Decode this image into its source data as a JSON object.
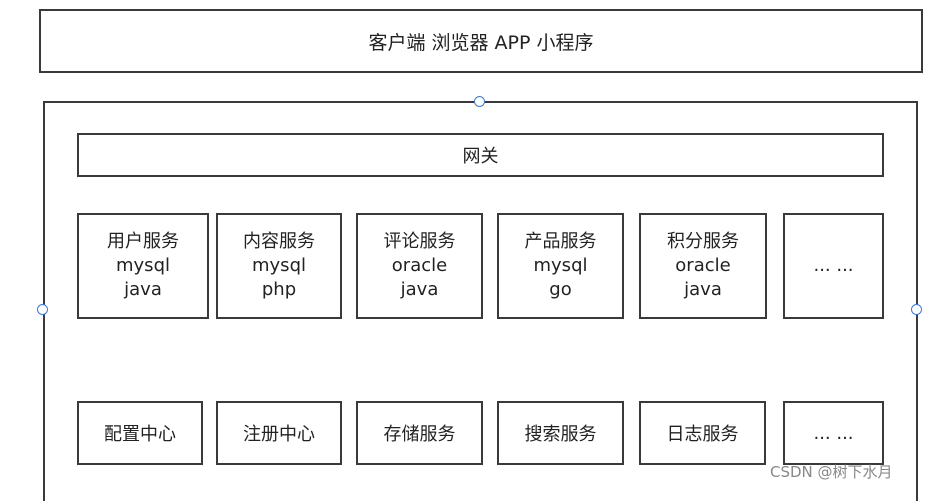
{
  "client": {
    "label": "客户端 浏览器 APP 小程序"
  },
  "gateway": {
    "label": "网关"
  },
  "services": [
    {
      "name": "用户服务",
      "db": "mysql",
      "lang": "java"
    },
    {
      "name": "内容服务",
      "db": "mysql",
      "lang": "php"
    },
    {
      "name": "评论服务",
      "db": "oracle",
      "lang": "java"
    },
    {
      "name": "产品服务",
      "db": "mysql",
      "lang": "go"
    },
    {
      "name": "积分服务",
      "db": "oracle",
      "lang": "java"
    },
    {
      "name": "... ...",
      "db": "",
      "lang": ""
    }
  ],
  "infrastructure": [
    {
      "label": "配置中心"
    },
    {
      "label": "注册中心"
    },
    {
      "label": "存储服务"
    },
    {
      "label": "搜索服务"
    },
    {
      "label": "日志服务"
    },
    {
      "label": "... ..."
    }
  ],
  "watermark": "CSDN @树下水月",
  "colors": {
    "border": "#3a3a3a",
    "handle": "#3b7bd4"
  }
}
